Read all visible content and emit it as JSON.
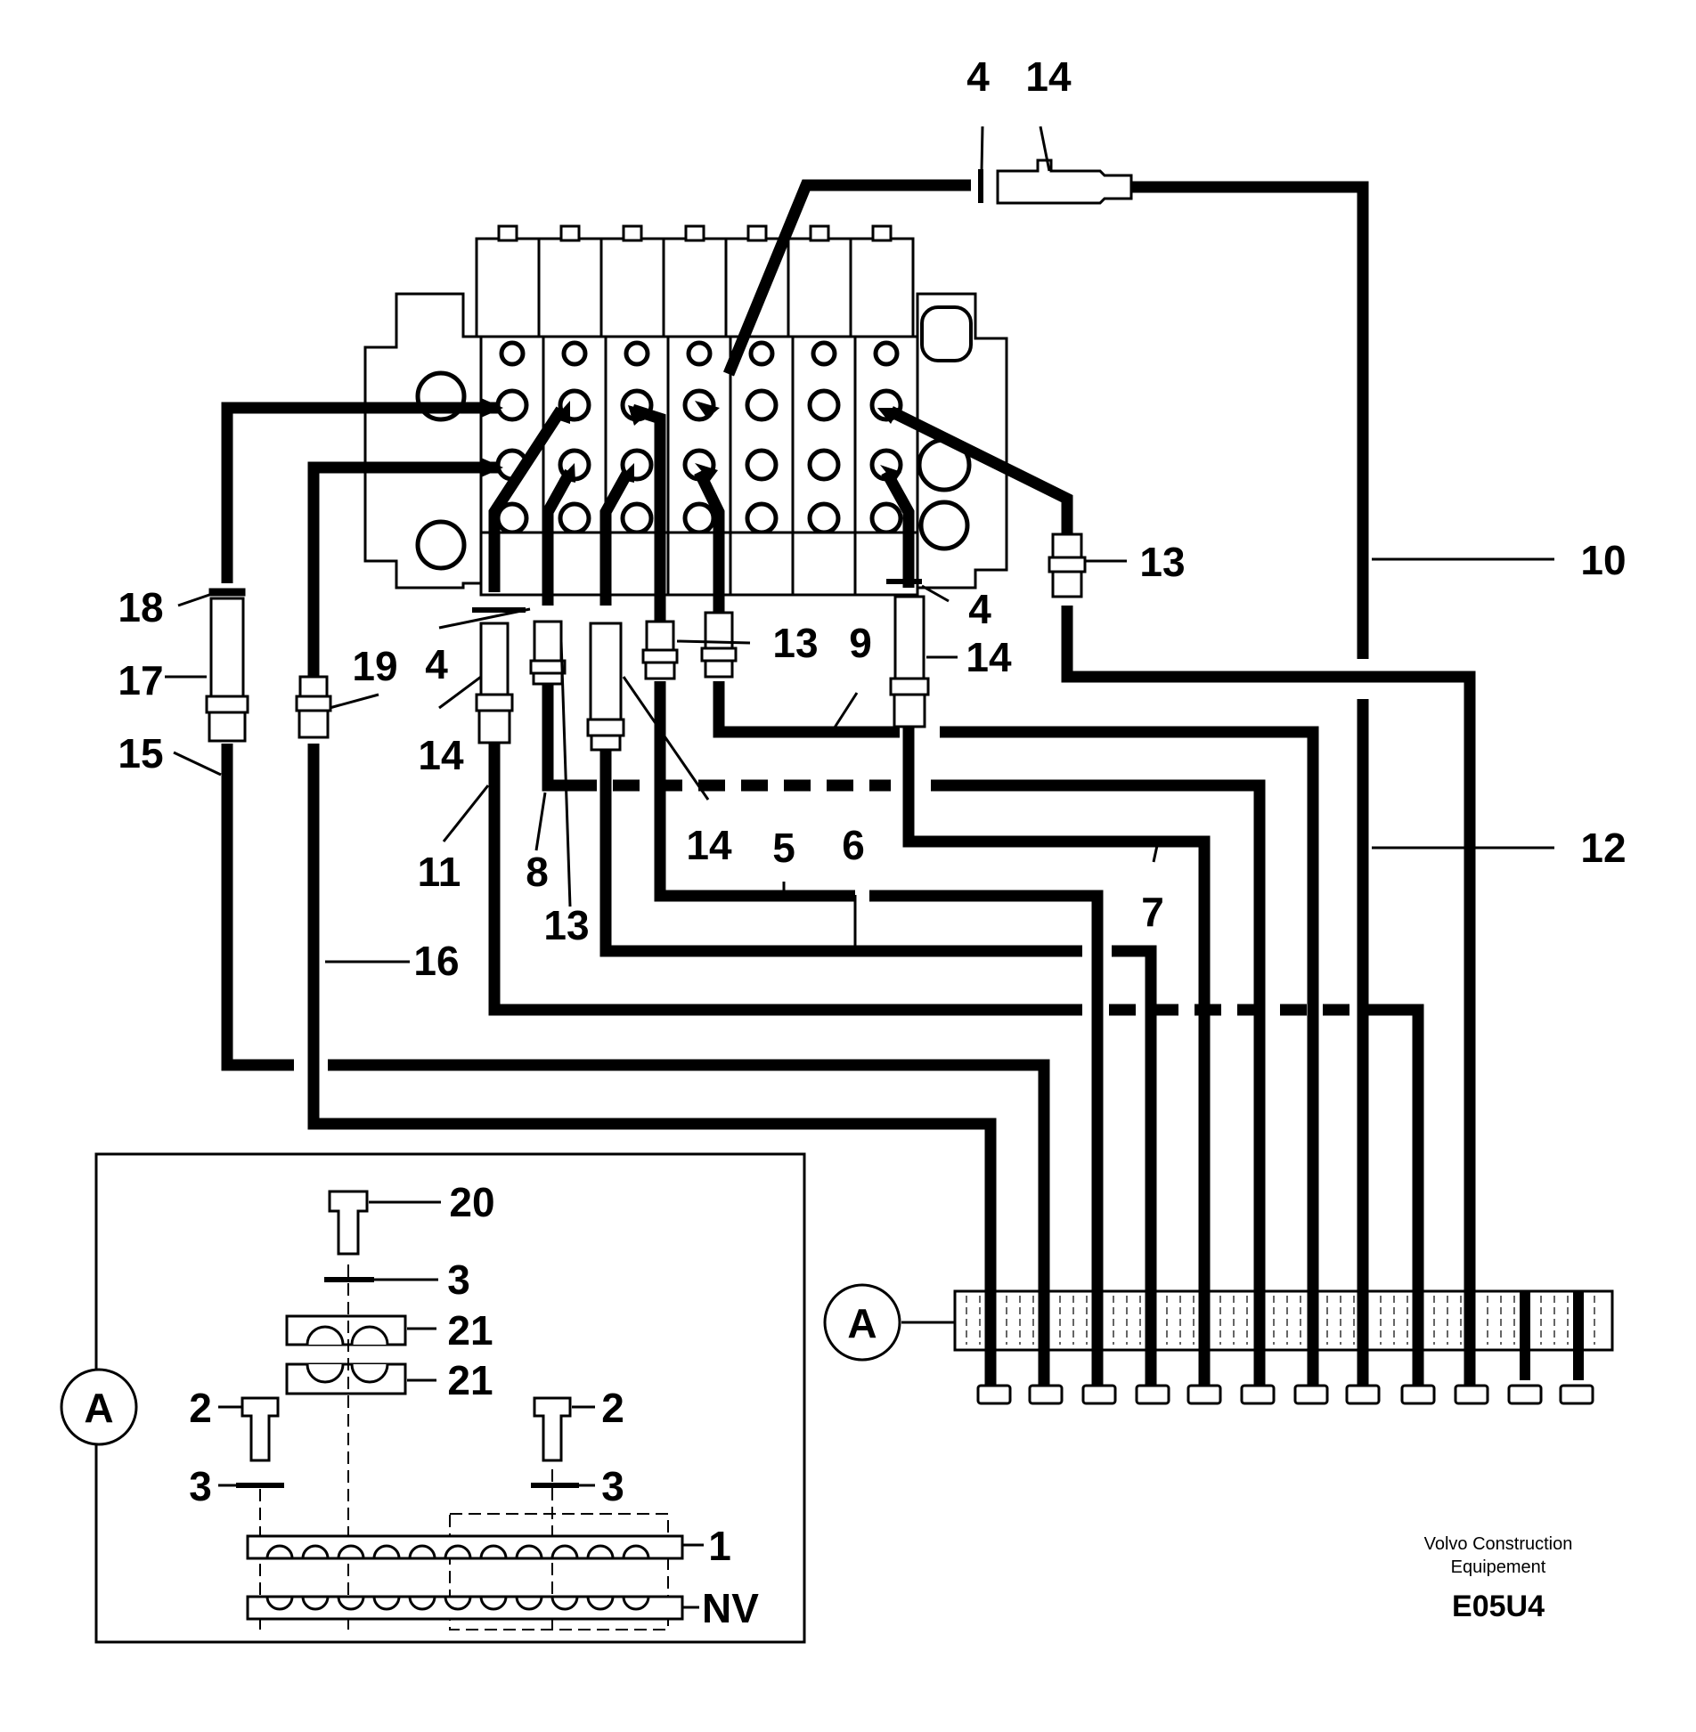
{
  "callouts": {
    "top_o_ring": "4",
    "top_fitting": "14",
    "hose_10": "10",
    "adapter_13_right": "13",
    "o_ring_4_right": "4",
    "fitting_14_right": "14",
    "hose_9": "9",
    "adapter_13_mid": "13",
    "o_ring_4_left": "4",
    "o_ring_18": "18",
    "fitting_17": "17",
    "hose_15": "15",
    "adapter_19": "19",
    "fitting_14_left": "14",
    "hose_11": "11",
    "hose_8": "8",
    "adapter_13_low": "13",
    "fitting_14_mid": "14",
    "hose_5": "5",
    "hose_6": "6",
    "hose_7": "7",
    "hose_12": "12",
    "hose_16": "16"
  },
  "detail": {
    "marker": "A",
    "screw_20": "20",
    "washer_3_top": "3",
    "clamp_21_upper": "21",
    "clamp_21_lower": "21",
    "screw_2_left": "2",
    "screw_2_right": "2",
    "washer_3_left": "3",
    "washer_3_right": "3",
    "plate_1": "1",
    "plate_nv": "NV"
  },
  "manifold_marker": "A",
  "footer": {
    "company_line1": "Volvo Construction",
    "company_line2": "Equipement",
    "drawing_code": "E05U4"
  }
}
